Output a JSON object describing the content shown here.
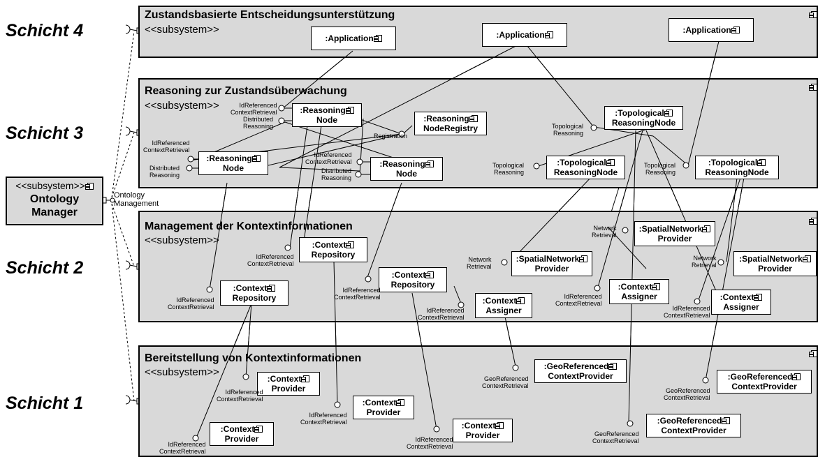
{
  "layers": [
    "Schicht 4",
    "Schicht 3",
    "Schicht 2",
    "Schicht 1"
  ],
  "stereotype": "<<subsystem>>",
  "subsystems": [
    "Zustandsbasierte Entscheidungsunterstützung",
    "Reasoning zur Zustandsüberwachung",
    "Management der Kontextinformationen",
    "Bereitstellung von Kontextinformationen"
  ],
  "ontology_manager": {
    "stereotype": "<<subsystem>>",
    "line1": "Ontology",
    "line2": "Manager",
    "interface_label_1": "Ontology",
    "interface_label_2": "Management"
  },
  "components": {
    "app1": ":Application",
    "app2": ":Application",
    "app3": ":Application",
    "rn1": [
      ":Reasoning",
      "Node"
    ],
    "rnr": [
      ":Reasoning",
      "NodeRegistry"
    ],
    "rn2": [
      ":Reasoning",
      "Node"
    ],
    "rn3": [
      ":Reasoning",
      "Node"
    ],
    "trn1": [
      ":Topological",
      "ReasoningNode"
    ],
    "trn2": [
      ":Topological",
      "ReasoningNode"
    ],
    "trn3": [
      ":Topological",
      "ReasoningNode"
    ],
    "cr1": [
      ":Context",
      "Repository"
    ],
    "cr2": [
      ":Context",
      "Repository"
    ],
    "cr3": [
      ":Context",
      "Repository"
    ],
    "snp1": [
      ":SpatialNetwork",
      "Provider"
    ],
    "snp2": [
      ":SpatialNetwork",
      "Provider"
    ],
    "snp3": [
      ":SpatialNetwork",
      "Provider"
    ],
    "ca1": [
      ":Context",
      "Assigner"
    ],
    "ca2": [
      ":Context",
      "Assigner"
    ],
    "ca3": [
      ":Context",
      "Assigner"
    ],
    "cp1": [
      ":Context",
      "Provider"
    ],
    "cp2": [
      ":Context",
      "Provider"
    ],
    "cp3": [
      ":Context",
      "Provider"
    ],
    "cp4": [
      ":Context",
      "Provider"
    ],
    "gcp1": [
      ":GeoReferenced",
      "ContextProvider"
    ],
    "gcp2": [
      ":GeoReferenced",
      "ContextProvider"
    ],
    "gcp3": [
      ":GeoReferenced",
      "ContextProvider"
    ]
  },
  "interface_labels": {
    "idref": [
      "IdReferenced",
      "ContextRetrieval"
    ],
    "distr": [
      "Distributed",
      "Reasoning"
    ],
    "topo": [
      "Topological",
      "Reasoning"
    ],
    "reg": "Registration",
    "net": [
      "Network",
      "Retrieval"
    ],
    "geo": [
      "GeoReferenced",
      "ContextRetrieval"
    ],
    "idref_inline": [
      "IdReferenced",
      "ContextRetrieval"
    ]
  }
}
